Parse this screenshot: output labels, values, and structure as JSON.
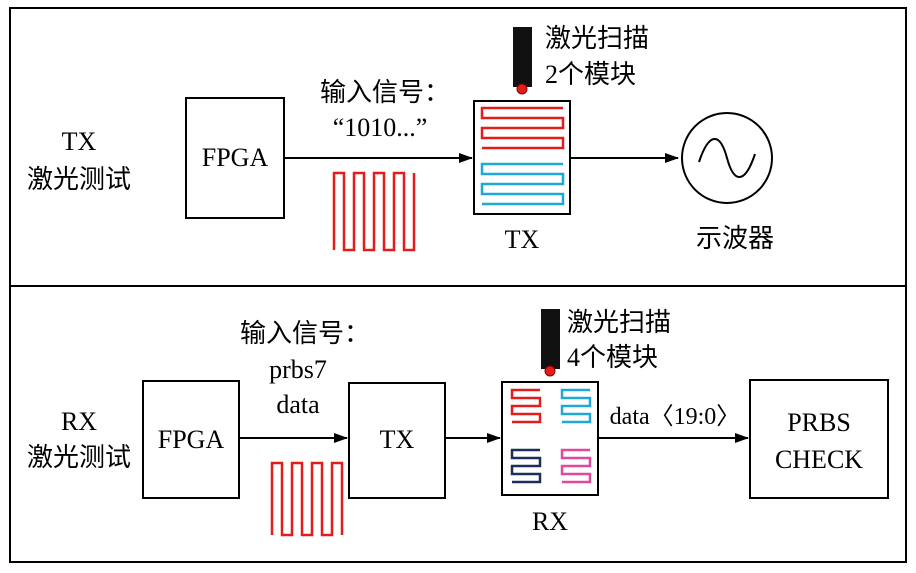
{
  "colors": {
    "red": "#e31c1c",
    "cyan": "#1fa8d6",
    "navy": "#1c2e5c",
    "pink": "#e0489c",
    "black": "#000000"
  },
  "tx_section": {
    "label_line1": "TX",
    "label_line2": "激光测试",
    "fpga_label": "FPGA",
    "input_label_line1": "输入信号：",
    "input_label_line2": "“1010...”",
    "laser_label_line1": "激光扫描",
    "laser_label_line2": "2个模块",
    "dut_label": "TX",
    "scope_label": "示波器",
    "scope_icon": "sine-wave-icon"
  },
  "rx_section": {
    "label_line1": "RX",
    "label_line2": "激光测试",
    "fpga_label": "FPGA",
    "input_label_line1": "输入信号：",
    "input_label_line2": "prbs7",
    "input_label_line3": "data",
    "tx_label": "TX",
    "laser_label_line1": "激光扫描",
    "laser_label_line2": "4个模块",
    "dut_label": "RX",
    "bus_label": "data〈19:0〉",
    "check_label_line1": "PRBS",
    "check_label_line2": "CHECK"
  }
}
